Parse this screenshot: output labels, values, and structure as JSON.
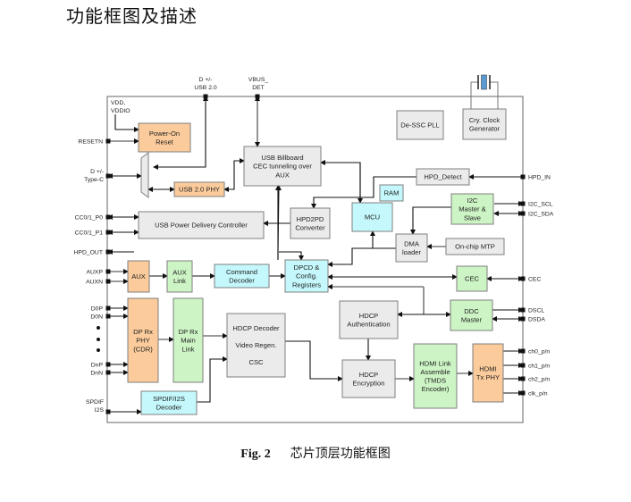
{
  "heading": "功能框图及描述",
  "caption": {
    "fig_label": "Fig. 2",
    "text": "芯片顶层功能框图"
  },
  "colors": {
    "orange": "#fbcb9b",
    "green": "#ccf4c4",
    "cyan": "#c4f8fc",
    "gray": "#ebebeb",
    "crystal": "#5b9bd5",
    "border": "#7f7f7f",
    "line": "#111111",
    "line_gray": "#7a7a7a"
  },
  "blocks": {
    "power_on_reset": {
      "lines": [
        "Power-On",
        "Reset"
      ],
      "color": "orange"
    },
    "usb2_phy": {
      "lines": [
        "USB 2.0 PHY"
      ],
      "color": "orange"
    },
    "usb_billboard": {
      "lines": [
        "USB Billboard",
        "CEC tunneling over",
        "AUX"
      ],
      "color": "gray"
    },
    "de_ssc_pll": {
      "lines": [
        "De-SSC PLL"
      ],
      "color": "gray"
    },
    "cry_clock": {
      "lines": [
        "Cry. Clock",
        "Generator"
      ],
      "color": "gray"
    },
    "hpd_detect": {
      "lines": [
        "HPD_Detect"
      ],
      "color": "gray"
    },
    "ram": {
      "lines": [
        "RAM"
      ],
      "color": "cyan"
    },
    "i2c": {
      "lines": [
        "I2C",
        "Master &",
        "Slave"
      ],
      "color": "green"
    },
    "usb_pd": {
      "lines": [
        "USB Power Delivery Controller"
      ],
      "color": "gray"
    },
    "hpd2pd": {
      "lines": [
        "HPD2PD",
        "Converter"
      ],
      "color": "gray"
    },
    "mcu": {
      "lines": [
        "MCU"
      ],
      "color": "cyan"
    },
    "dma": {
      "lines": [
        "DMA",
        "loader"
      ],
      "color": "gray"
    },
    "mtp": {
      "lines": [
        "On-chip MTP"
      ],
      "color": "gray"
    },
    "aux": {
      "lines": [
        "AUX"
      ],
      "color": "orange"
    },
    "aux_link": {
      "lines": [
        "AUX",
        "Link"
      ],
      "color": "green"
    },
    "cmd_decoder": {
      "lines": [
        "Command",
        "Decoder"
      ],
      "color": "cyan"
    },
    "dpcd": {
      "lines": [
        "DPCD &",
        "Config.",
        "Registers"
      ],
      "color": "cyan"
    },
    "cec": {
      "lines": [
        "CEC"
      ],
      "color": "green"
    },
    "ddc": {
      "lines": [
        "DDC",
        "Master"
      ],
      "color": "green"
    },
    "hdcp_auth": {
      "lines": [
        "HDCP",
        "Authentication"
      ],
      "color": "gray"
    },
    "dp_rx_phy": {
      "lines": [
        "DP Rx",
        "PHY",
        "(CDR)"
      ],
      "color": "orange"
    },
    "dp_rx_main": {
      "lines": [
        "DP Rx",
        "Main",
        "Link"
      ],
      "color": "green"
    },
    "hdcp_dec": {
      "lines": [
        "HDCP Decoder",
        "",
        "Video Regen.",
        "",
        "CSC"
      ],
      "color": "gray"
    },
    "hdcp_enc": {
      "lines": [
        "HDCP",
        "Encryption"
      ],
      "color": "gray"
    },
    "hdmi_link": {
      "lines": [
        "HDMI Link",
        "Assemble",
        "(TMDS",
        "Encoder)"
      ],
      "color": "green"
    },
    "hdmi_phy": {
      "lines": [
        "HDMI",
        "Tx PHY"
      ],
      "color": "orange"
    },
    "spdif": {
      "lines": [
        "SPDIF/I2S",
        "Decoder"
      ],
      "color": "cyan"
    }
  },
  "pins": {
    "top": [
      {
        "id": "usb20",
        "lines": [
          "D +/-",
          "USB 2.0"
        ]
      },
      {
        "id": "vbus",
        "lines": [
          "VBUS_",
          "DET"
        ]
      }
    ],
    "left": {
      "vdd": [
        "VDD,",
        "VDDIO"
      ],
      "resetn": "RESETN",
      "dtypec": [
        "D +/-",
        "Type-C"
      ],
      "cc_p0": "CC0/1_P0",
      "cc_p1": "CC0/1_P1",
      "hpd_out": "HPD_OUT",
      "auxp": "AUXP",
      "auxn": "AUXN",
      "d0p": "D0P",
      "d0n": "D0N",
      "dnp": "DnP",
      "dnn": "DnN",
      "spdif": "SPDIF",
      "i2s": "I2S"
    },
    "right": {
      "hpd_in": "HPD_IN",
      "i2c_scl": "I2C_SCL",
      "i2c_sda": "I2C_SDA",
      "cec": "CEC",
      "dscl": "DSCL",
      "dsda": "DSDA",
      "ch0": "ch0_p/n",
      "ch1": "ch1_p/n",
      "ch2": "ch2_p/n",
      "clk": "clk_p/n"
    }
  }
}
